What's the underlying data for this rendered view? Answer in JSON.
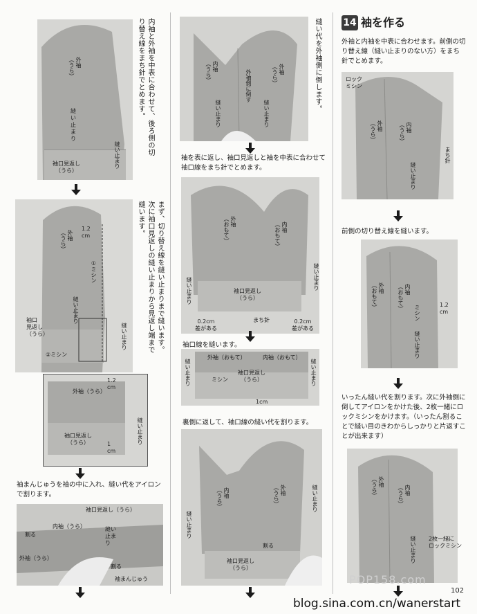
{
  "step": {
    "number": "14",
    "title": "袖を作る"
  },
  "col1": {
    "text_top": "内袖と外袖を中表に合わせて、後ろ側の切り替え線をまち針でとめます。",
    "photo1": {
      "sotosode": "外袖\n（うら）",
      "nuidomari": "縫い止まり",
      "nuidomari2": "縫い止まり",
      "sodeguchi": "袖口見返し\n（うら）"
    },
    "text_mid": "まず、切り替え線を縫い止まりまで縫います。次に袖口見返しの縫い止まりから見返し端まで縫います。",
    "photo2": {
      "cm12": "1.2\ncm",
      "sotosode": "外袖\n（うら）",
      "mishin1": "①ミシン",
      "nuidomari": "縫い止まり",
      "nuidomari2": "縫い止まり",
      "sodeguchi": "袖口\n見返し\n（うら）",
      "mishin2": "②ミシン"
    },
    "zoom": {
      "cm12": "1.2\ncm",
      "sotosode": "外袖（うら）",
      "nuidomari": "縫い止まり",
      "sodeguchi": "袖口見返し\n（うら）",
      "cm1": "1\ncm"
    },
    "text_bottom": "袖まんじゅうを袖の中に入れ、縫い代をアイロンで割ります。",
    "photo3": {
      "sodeguchi": "袖口見返し（うら）",
      "uchisode": "内袖（うら）",
      "waru": "割る",
      "nuidomari": "縫い止まり",
      "sotosode": "外袖（うら）",
      "waru2": "割る",
      "manju": "袖まんじゅう"
    }
  },
  "col2": {
    "text_top": "縫い代を外袖側に倒します。",
    "photo1": {
      "uchisode": "内袖\n（うら）",
      "sotosodegawa": "外袖側に倒す",
      "sotosode": "外袖\n（うら）",
      "nuidomari": "縫い止まり",
      "nuidomari2": "縫い止まり"
    },
    "text_a": "袖を表に返し、袖口見返しと袖を中表に合わせて袖口線をまち針でとめます。",
    "photo2": {
      "sotosode": "外袖\n（おもて）",
      "uchisode": "内袖\n（おもて）",
      "nuidomari": "縫い止まり",
      "nuidomari2": "縫い止まり",
      "sodeguchi": "袖口見返し\n（うら）",
      "machibari": "まち針",
      "sa1": "0.2cm\n差がある",
      "sa2": "0.2cm\n差がある"
    },
    "text_b": "袖口線を縫います。",
    "photo3": {
      "sotosode": "外袖（おもて）",
      "uchisode": "内袖（おもて）",
      "nuidomari": "縫い止まり",
      "sodeguchi": "袖口見返し\n（うら）",
      "mishin": "ミシン",
      "nuidomari2": "縫い止まり",
      "cm1": "1cm"
    },
    "text_c": "裏側に返して、袖口線の縫い代を割ります。",
    "photo4": {
      "uchisode": "内袖\n（うら）",
      "sotosode": "外袖\n（うら）",
      "nuidomari": "縫い止まり",
      "nuidomari2": "縫い止まり",
      "waru": "割る",
      "sodeguchi": "袖口見返し\n（うら）"
    }
  },
  "col3": {
    "text_a": "外袖と内袖を中表に合わせます。前側の切り替え線（縫い止まりのない方）をまち針でとめます。",
    "photo1": {
      "lock": "ロック\nミシン",
      "sotosode": "外袖\n（うら）",
      "uchisode": "内袖\n（うら）",
      "nuidomari": "縫い止まり",
      "machibari": "まち針"
    },
    "text_b": "前側の切り替え線を縫います。",
    "photo2": {
      "sotosode": "外袖\n（おもて）",
      "uchisode": "内袖\n（おもて）",
      "mishin": "ミシン",
      "cm12": "1.2\ncm",
      "nuidomari": "縫い止まり"
    },
    "text_c": "いったん縫い代を割ります。次に外袖側に倒してアイロンをかけた後、2枚一緒にロックミシンをかけます。（いったん割ることで縫い目のきわからしっかりと片返すことが出来ます）",
    "photo3": {
      "sotosode": "外袖\n（うら）",
      "uchisode": "内袖\n（うら）",
      "nuidomari": "縫い止まり",
      "lock": "2枚一緒に\nロックミシン"
    }
  },
  "page_number": "102",
  "footer": "blog.sina.com.cn/wanerstart",
  "watermark": "POP158.com"
}
